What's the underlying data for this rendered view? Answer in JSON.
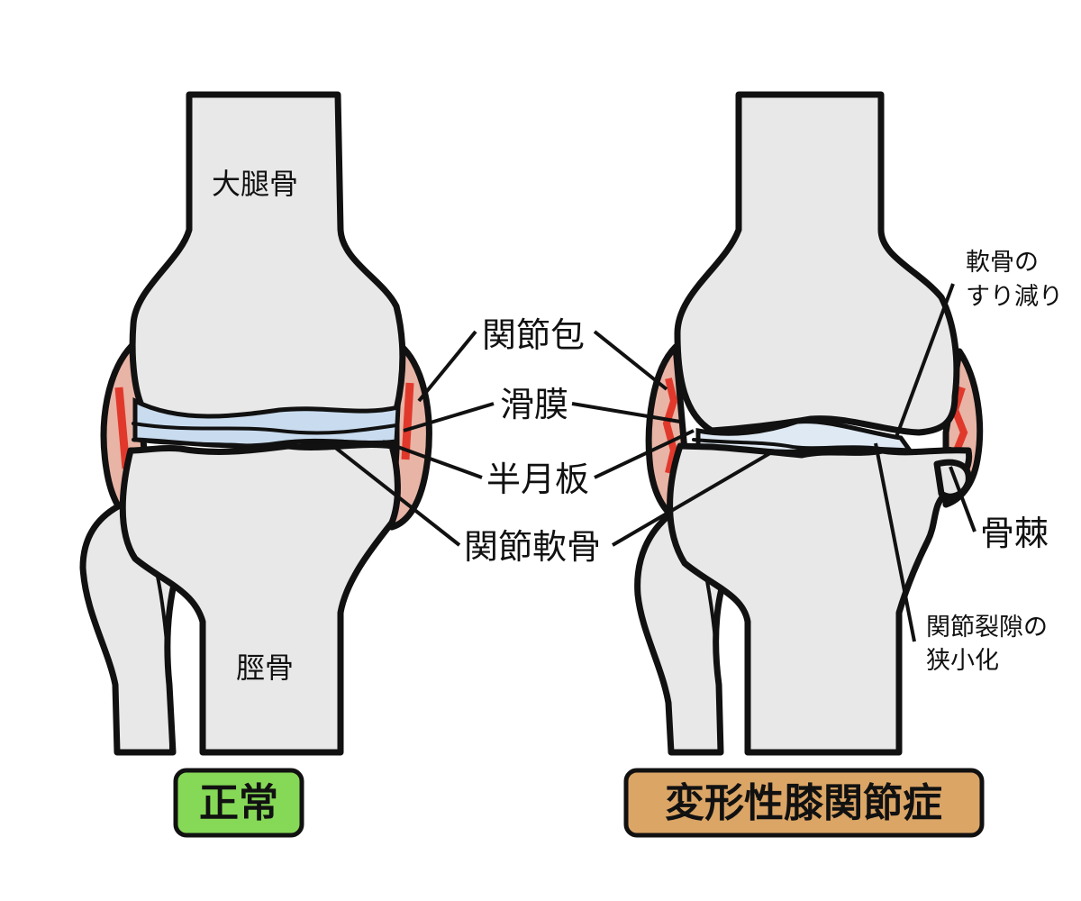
{
  "labels": {
    "femur": "大腿骨",
    "tibia": "脛骨",
    "joint_capsule": "関節包",
    "synovium": "滑膜",
    "meniscus": "半月板",
    "articular_cartilage": "関節軟骨",
    "cartilage_wear_line1": "軟骨の",
    "cartilage_wear_line2": "すり減り",
    "osteophyte": "骨棘",
    "joint_space_line1": "関節裂隙の",
    "joint_space_line2": "狭小化"
  },
  "badges": {
    "normal": "正常",
    "oa": "変形性膝関節症"
  },
  "colors": {
    "bone": "#e8e8e8",
    "capsule": "#e8b4a6",
    "synovium_red": "#e0392c",
    "cartilage": "#c9dcef",
    "normal_badge": "#86d957",
    "oa_badge": "#dba566"
  }
}
